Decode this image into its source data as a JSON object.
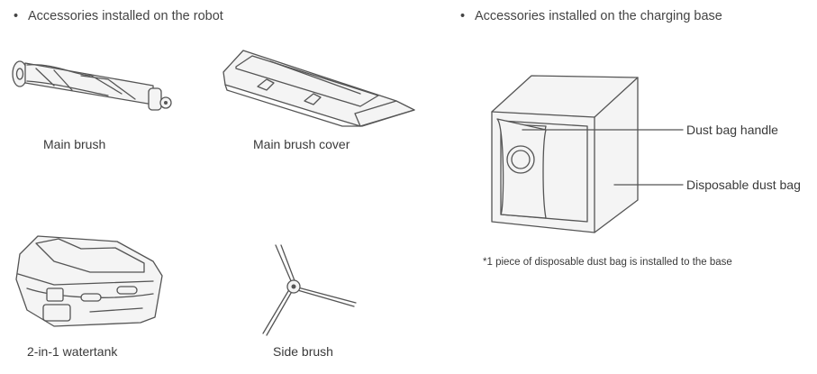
{
  "sections": {
    "robot_heading": "Accessories installed on the robot",
    "base_heading": "Accessories installed on the charging base",
    "bullet": "•"
  },
  "robot_items": {
    "main_brush": "Main brush",
    "main_brush_cover": "Main brush cover",
    "watertank": "2-in-1 watertank",
    "side_brush": "Side brush"
  },
  "base": {
    "dust_bag_handle": "Dust bag handle",
    "disposable_dust_bag": "Disposable dust bag",
    "note": "*1 piece of disposable dust bag is installed to the base"
  }
}
